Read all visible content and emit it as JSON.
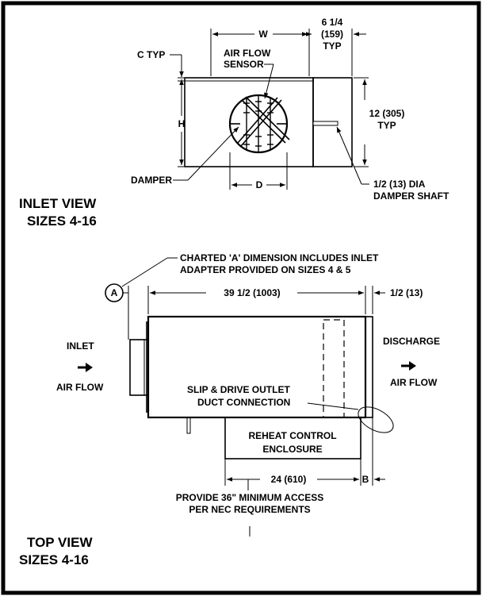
{
  "inlet_view": {
    "title_line1": "INLET VIEW",
    "title_line2": "SIZES 4-16",
    "w_label": "W",
    "width_line1": "6 1/4",
    "width_line2": "(159)",
    "width_line3": "TYP",
    "c_typ": "C TYP",
    "sensor_line1": "AIR FLOW",
    "sensor_line2": "SENSOR",
    "h_label": "H",
    "height_line1": "12 (305)",
    "height_line2": "TYP",
    "damper_label": "DAMPER",
    "d_label": "D",
    "shaft_line1": "1/2 (13) DIA",
    "shaft_line2": "DAMPER SHAFT"
  },
  "top_view": {
    "title_line1": "TOP VIEW",
    "title_line2": "SIZES 4-16",
    "note_line1": "CHARTED 'A' DIMENSION INCLUDES INLET",
    "note_line2": "ADAPTER PROVIDED ON SIZES 4 & 5",
    "a_label": "A",
    "length_dim": "39 1/2 (1003)",
    "half_dim": "1/2 (13)",
    "inlet_label": "INLET",
    "inlet_airflow": "AIR FLOW",
    "discharge_label": "DISCHARGE",
    "discharge_airflow": "AIR FLOW",
    "slip_line1": "SLIP & DRIVE OUTLET",
    "slip_line2": "DUCT CONNECTION",
    "reheat_line1": "REHEAT CONTROL",
    "reheat_line2": "ENCLOSURE",
    "dim_24": "24 (610)",
    "b_label": "B",
    "access_line1": "PROVIDE 36\" MINIMUM ACCESS",
    "access_line2": "PER NEC REQUIREMENTS"
  }
}
